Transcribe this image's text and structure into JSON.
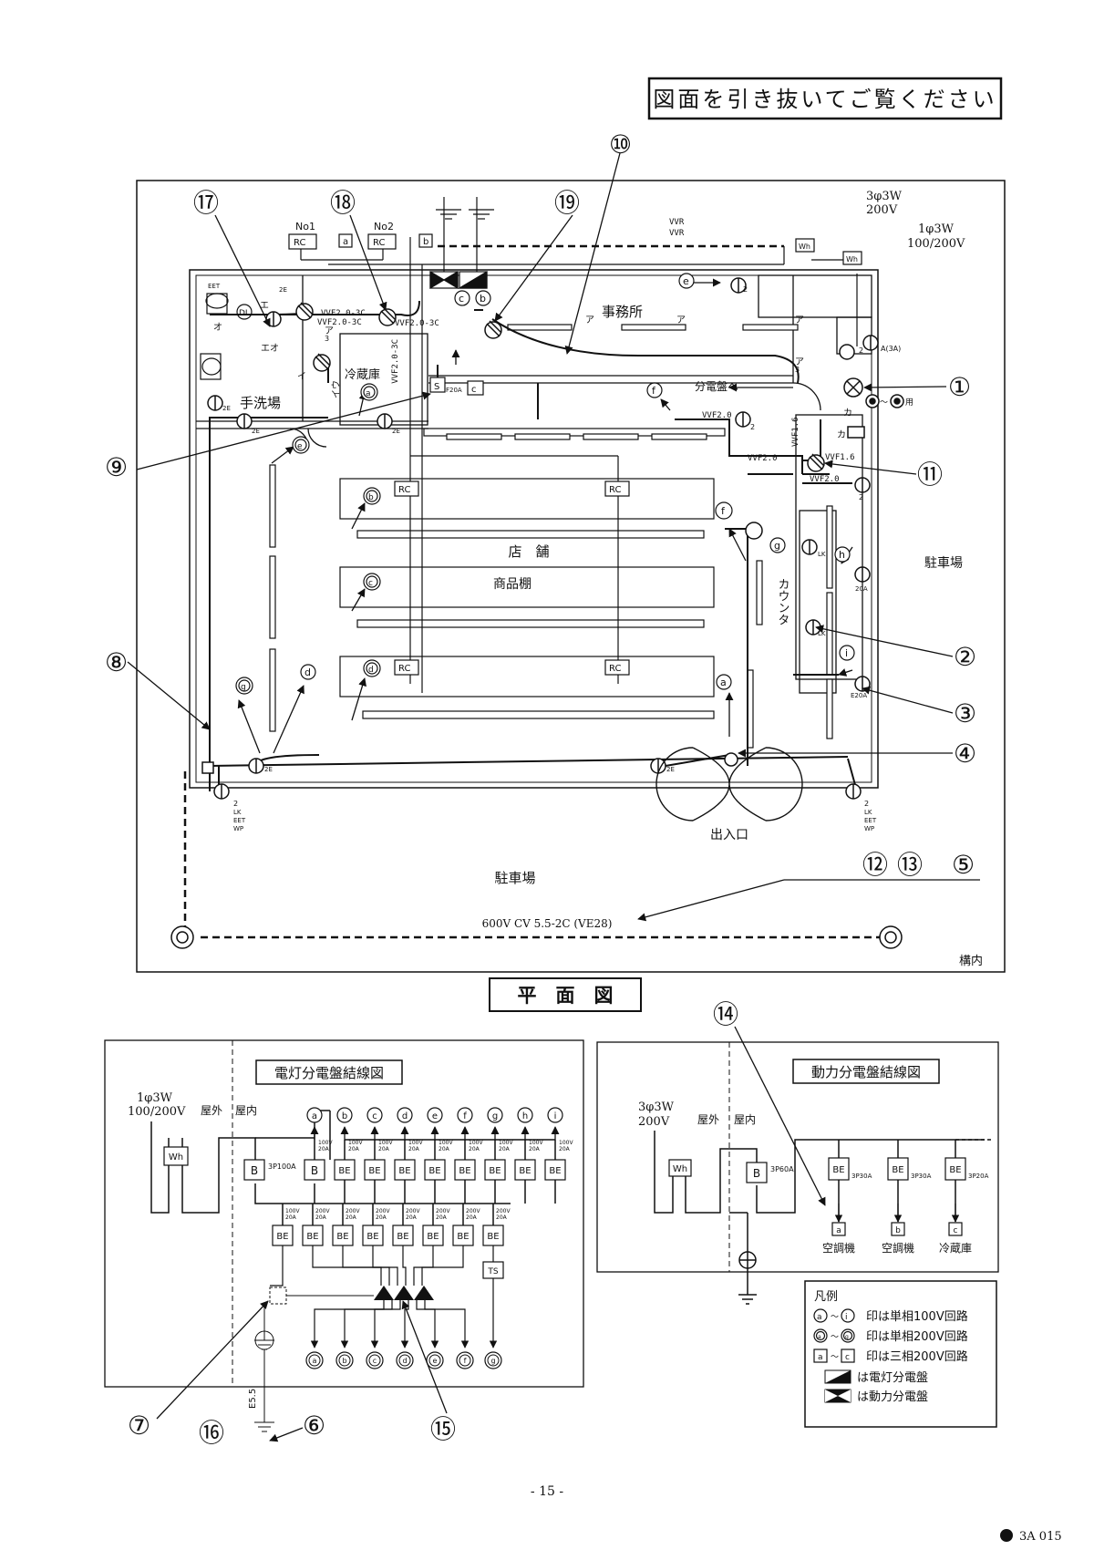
{
  "header": {
    "instruction": "図面を引き抜いてご覧ください"
  },
  "plan": {
    "title": "平　面　図",
    "yard_label": "構内",
    "rooms": {
      "office": "事務所",
      "cold_room": "冷蔵庫",
      "washroom": "手洗場",
      "store": "店　舗",
      "shelf": "商品棚",
      "counter": "カウンタ",
      "parking_east": "駐車場",
      "parking_south": "駐車場",
      "entrance": "出入口",
      "to_panel": "分電盤へ"
    },
    "supply": {
      "three_phase": [
        "3φ3W",
        "200V"
      ],
      "single_phase": [
        "1φ3W",
        "100/200V"
      ]
    },
    "cables": {
      "vvr_1": "VVR",
      "vvr_2": "VVR",
      "vvf20_3c_a": "VVF2.0-3C",
      "vvf20_3c_b": "VVF2.0-3C",
      "vvf20_3c_c": "VVF2.0-3C",
      "vvf20_3c_v": "VVF2.0-3C",
      "vvf20_a": "VVF2.0",
      "vvf20_b": "VVF2.0",
      "vvf20_c": "VVF2.0",
      "vvf16_a": "VVF1.6",
      "vvf16_b": "VVF1.6",
      "underground": "600V CV 5.5-2C (VE28)"
    },
    "rc": {
      "no1": "No1",
      "no2": "No2",
      "rc": "RC"
    },
    "small_marks": {
      "eet": "EET",
      "eet2": "EET",
      "eet3": "EET",
      "lk": "LK",
      "lk2": "LK",
      "lk3": "LK",
      "lk4": "LK",
      "wp": "WP",
      "wp2": "WP",
      "e2": "2E",
      "e2b": "2E",
      "e2c": "2E",
      "e2d": "2E",
      "e2e": "2E",
      "e2f": "2E",
      "a20": "20A",
      "e20a": "E20A",
      "f20a": "F20A",
      "a3a": "A(3A)",
      "two": "2",
      "three": "3",
      "dl": "DL",
      "yo": "用",
      "wh": "Wh",
      "s": "S"
    },
    "katakana": {
      "a": "ア",
      "i": "イ",
      "u": "ウ",
      "e": "エ",
      "o": "オ",
      "ka": "カ",
      "eo": "エオ",
      "iu": "イウ"
    },
    "callouts": [
      "⑩",
      "⑰",
      "⑱",
      "⑲",
      "①",
      "⑨",
      "⑪",
      "②",
      "⑧",
      "③",
      "④",
      "⑫",
      "⑬",
      "⑤"
    ]
  },
  "light_panel": {
    "title": "電灯分電盤結線図",
    "supply": [
      "1φ3W",
      "100/200V"
    ],
    "outside": "屋外",
    "inside": "屋内",
    "wh": "Wh",
    "main_breaker": "B",
    "main_rating": "3P100A",
    "b": "B",
    "be": "BE",
    "ts": "TS",
    "top_circuits": [
      "a",
      "b",
      "c",
      "d",
      "e",
      "f",
      "g",
      "h",
      "i"
    ],
    "top_rating": [
      "100V",
      "20A"
    ],
    "bottom_circuits": [
      "a",
      "b",
      "c",
      "d",
      "e",
      "f",
      "g"
    ],
    "bottom_ratings": [
      [
        "100V",
        "20A"
      ],
      [
        "200V",
        "20A"
      ],
      [
        "200V",
        "20A"
      ],
      [
        "200V",
        "20A"
      ],
      [
        "200V",
        "20A"
      ],
      [
        "200V",
        "20A"
      ],
      [
        "200V",
        "20A"
      ],
      [
        "200V",
        "20A"
      ]
    ],
    "six": "6",
    "ground": "E5.5"
  },
  "power_panel": {
    "title": "動力分電盤結線図",
    "supply": [
      "3φ3W",
      "200V"
    ],
    "outside": "屋外",
    "inside": "屋内",
    "wh": "Wh",
    "main_breaker": "B",
    "main_rating": "3P60A",
    "be": "BE",
    "branches": [
      {
        "rating": "3P30A",
        "circuit": "a",
        "load": "空調機"
      },
      {
        "rating": "3P30A",
        "circuit": "b",
        "load": "空調機"
      },
      {
        "rating": "3P20A",
        "circuit": "c",
        "load": "冷蔵庫"
      }
    ]
  },
  "legend": {
    "title": "凡例",
    "row1": "印は単相100V回路",
    "row2": "印は単相200V回路",
    "row3": "印は三相200V回路",
    "row4": "は電灯分電盤",
    "row5": "は動力分電盤",
    "a": "a",
    "i": "i",
    "g": "g",
    "c": "c",
    "tilde": "〜"
  },
  "bottom_callouts": [
    "⑭",
    "⑦",
    "⑮",
    "⑯",
    "⑥"
  ],
  "footer": {
    "page": "- 15 -",
    "code": "3A 015"
  }
}
